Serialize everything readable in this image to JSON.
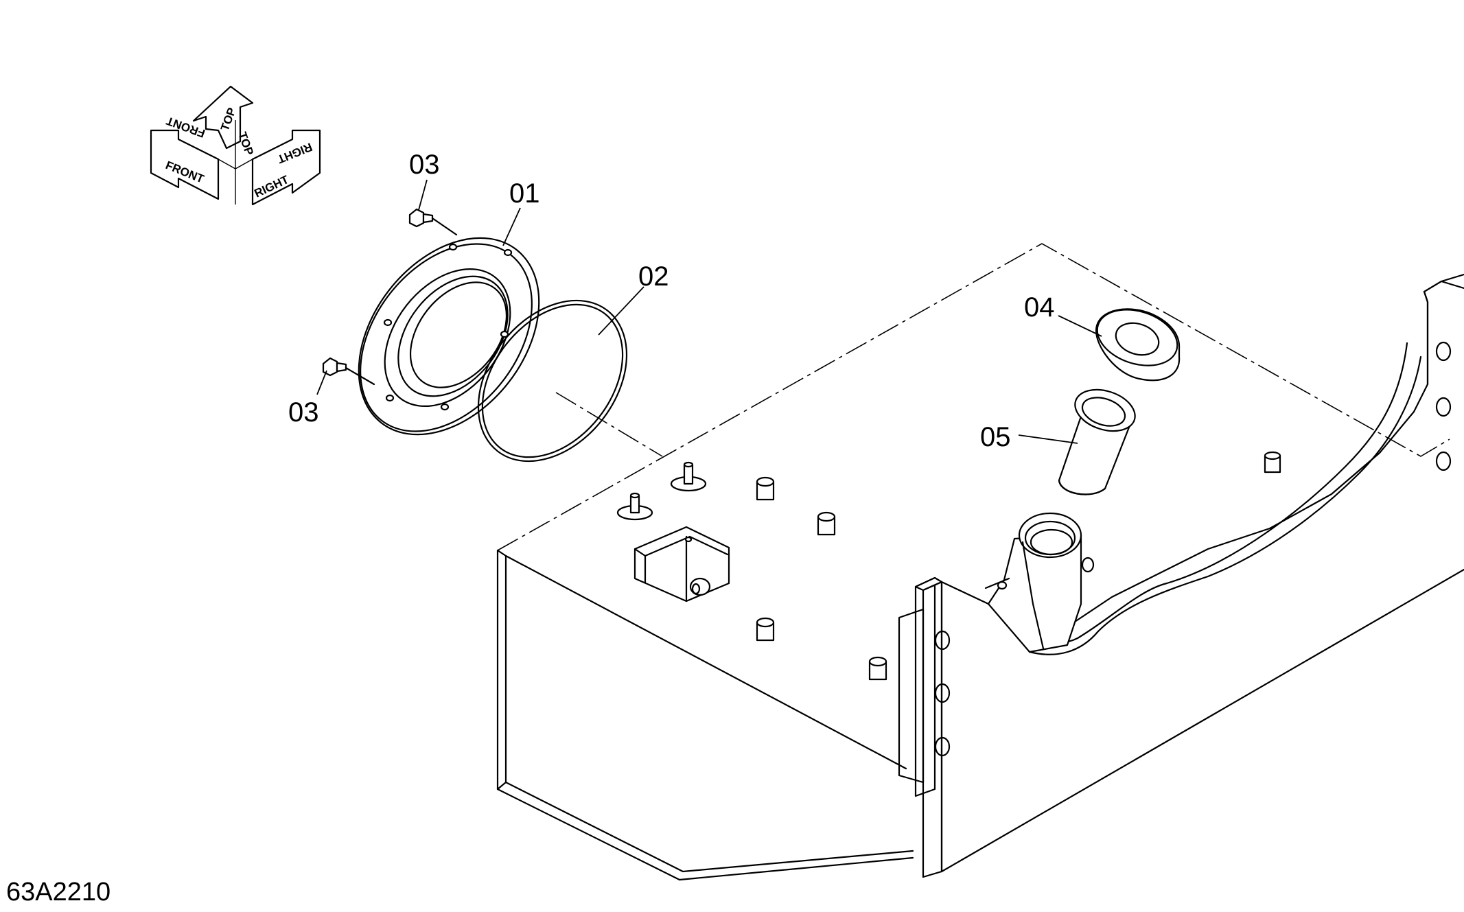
{
  "drawing_code": "63A2210",
  "orientation": {
    "front": "FRONT",
    "top": "TOP",
    "right": "RIGHT"
  },
  "callouts": {
    "c01": "01",
    "c02": "02",
    "c03a": "03",
    "c03b": "03",
    "c04": "04",
    "c05": "05"
  }
}
